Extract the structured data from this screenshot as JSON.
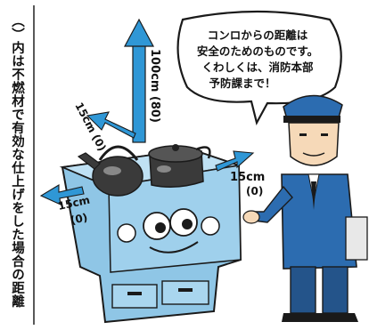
{
  "side_caption": "（）内は不燃材で有効な仕上げをした場合の距離",
  "speech_bubble": {
    "line1": "コンロからの距離は",
    "line2": "安全のためのものです。",
    "line3": "くわしくは、消防本部",
    "line4": "予防課まで！"
  },
  "labels": {
    "up": "100cm (80)",
    "back": "15cm (0)",
    "right_value": "15cm",
    "right_sub": "(0)",
    "left_value": "15cm",
    "left_sub": "(0)"
  },
  "colors": {
    "arrow": "#2f97d6",
    "stove_body": "#8fc6e6",
    "stove_top": "#bfe1f4",
    "pot": "#3a3a3a",
    "uniform": "#2c6cb0",
    "bubble_stroke": "#1a1a1a"
  },
  "icons": [
    "upward-arrow-icon",
    "back-arrow-icon",
    "right-arrow-icon",
    "left-arrow-icon",
    "kettle-icon",
    "pot-icon",
    "stove-face-icon",
    "officer-icon"
  ]
}
